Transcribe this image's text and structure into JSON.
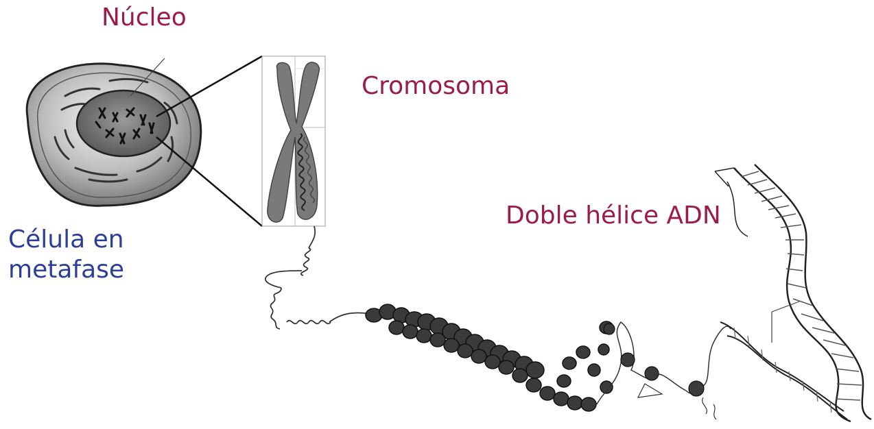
{
  "labels": {
    "nucleus": "Núcleo",
    "chromosome": "Cromosoma",
    "double_helix": "Doble hélice ADN",
    "cell_line1": "Célula en",
    "cell_line2": "metafase"
  },
  "colors": {
    "dark_label": "#9b1c4a",
    "blue_label": "#2b3f99",
    "chromosome_fill": "#7a7a7a",
    "nucleosome_fill": "#3a3a3a"
  }
}
